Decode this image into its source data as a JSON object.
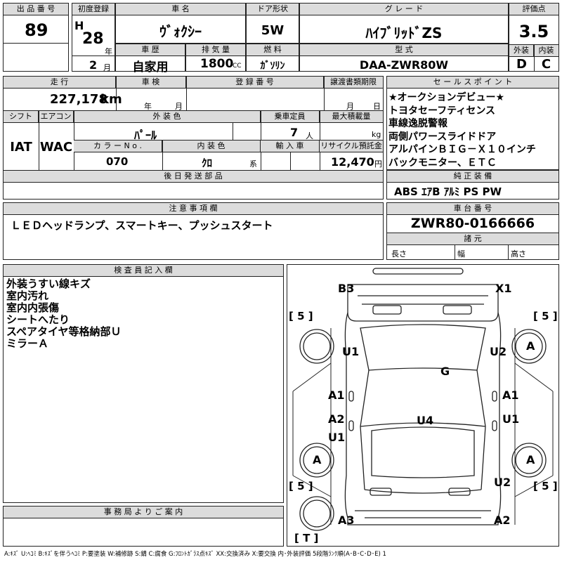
{
  "header": {
    "lot_label": "出 品 番 号",
    "lot": "89",
    "first_reg_label": "初度登録",
    "era": "H",
    "year": "28",
    "year_unit": "年",
    "month": "2",
    "month_unit": "月",
    "car_name_label": "車 名",
    "car_name": "ｳﾞｫｸｼｰ",
    "door_label": "ドア形状",
    "door": "5W",
    "grade_label": "グ レ ー ド",
    "grade": "ﾊｲﾌﾞﾘｯﾄﾞZS",
    "score_label": "評価点",
    "score": "3.5",
    "history_label": "車 歴",
    "history": "自家用",
    "displacement_label": "排 気 量",
    "displacement": "1800",
    "cc": "CC",
    "fuel_label": "燃 料",
    "fuel": "ｶﾞｿﾘﾝ",
    "model_label": "型 式",
    "model": "DAA-ZWR80W",
    "ext_label": "外装",
    "ext": "D",
    "int_label": "内装",
    "int": "C"
  },
  "row2": {
    "mileage_label": "走 行",
    "mileage": "227,178",
    "km": "km",
    "inspection_label": "車 検",
    "insp_year_unit": "年",
    "insp_month_unit": "月",
    "reg_no_label": "登 録 番 号",
    "transfer_label": "譲渡書類期限",
    "transfer_month_unit": "月",
    "transfer_day_unit": "日",
    "shift_label": "シフト",
    "shift": "IAT",
    "ac_label": "エアコン",
    "ac": "WAC",
    "color_label": "外 装 色",
    "color": "ﾊﾟｰﾙ",
    "capacity_label": "乗車定員",
    "capacity": "7",
    "capacity_unit": "人",
    "load_label": "最大積載量",
    "load_unit": "kg",
    "color_no_label": "カ ラ ー N o .",
    "color_no": "070",
    "int_color_label": "内 装 色",
    "int_color": "ｸﾛ",
    "int_color_unit": "系",
    "import_label": "輸 入 車",
    "recycle_label": "リサイクル預託金",
    "recycle": "12,470",
    "yen": "円",
    "later_parts_label": "後 日 発 送 部 品"
  },
  "sales_points": {
    "label": "セ ー ル ス ポ イ ン ト",
    "lines": [
      "★オークションデビュー★",
      "トヨタセーフティセンス",
      "車線逸脱警報",
      "両側パワースライドドア",
      "アルパインＢＩＧ－Ｘ１０インチ",
      "バックモニター、ＥＴＣ"
    ]
  },
  "equipment": {
    "label": "純 正 装 備",
    "items": "ABS ｴｱB ｱﾙﾐ PS PW"
  },
  "notes": {
    "label": "注 意 事 項 欄",
    "text": "ＬＥＤヘッドランプ、スマートキー、プッシュスタート"
  },
  "chassis": {
    "label": "車 台 番 号",
    "number": "ZWR80-0166666",
    "dims_label": "諸 元",
    "length_label": "長さ",
    "width_label": "幅",
    "height_label": "高さ"
  },
  "inspector": {
    "label": "検 査 員 記 入 欄",
    "lines": [
      "外装うすい線キズ",
      "室内汚れ",
      "室内内張傷",
      "シートへたり",
      "スペアタイヤ等格納部Ｕ",
      "ミラーＡ"
    ]
  },
  "office": {
    "label": "事 務 局 よ り ご 案 内"
  },
  "diagram": {
    "b3": "B3",
    "x1": "X1",
    "u1_left": "U1",
    "u2_right": "U2",
    "g": "G",
    "a1_left": "A1",
    "a1_right": "A1",
    "a2_left": "A2",
    "u1_left2": "U1",
    "u4": "U4",
    "u1_right": "U1",
    "u2_bottom": "U2",
    "a3": "A3",
    "a2_bottom": "A2",
    "tire_a": "A",
    "five": "5",
    "t": "T"
  },
  "legend": "A:ｷｽﾞ U:ﾍｺﾐ B:ｷｽﾞを伴うﾍｺﾐ P:要塗装 W:補修跡 S:錆 C:腐食 G:ﾌﾛﾝﾄｶﾞﾗｽ点ｷｽﾞ XX:交換済み X:要交換 内･外装評価 5段階ﾗﾝｸ順(A･B･C･D･E) 1"
}
